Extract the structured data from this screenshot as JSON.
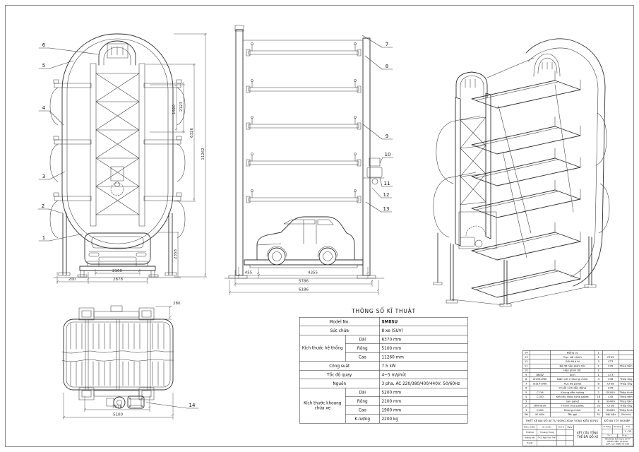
{
  "sheet": {
    "bg": "#ffffff",
    "line_color": "#2e2e2e",
    "dim_color": "#555555",
    "border_color": "#8a8a8a"
  },
  "specs": {
    "title": "THÔNG SỐ KĨ THUẬT",
    "model_label": "Model No.",
    "model_value": "SM8SU",
    "capacity_label": "Sức chứa",
    "capacity_value": "8 xe (SUV)",
    "sys_group": "Kích thước hệ thống",
    "sys_rows": [
      [
        "Dài",
        "6370 mm"
      ],
      [
        "Rộng",
        "5100 mm"
      ],
      [
        "Cao",
        "11260 mm"
      ]
    ],
    "power_label": "Công suất",
    "power_value": "7.5 kW",
    "speed_label": "Tốc độ quay",
    "speed_value": "4~5 m/phút",
    "source_label": "Nguồn",
    "source_value": "3 pha, AC 220/380/400/440V, 50/60Hz",
    "cabin_group": "Kích thước khoang chứa xe",
    "cabin_rows": [
      [
        "Dài",
        "5200 mm"
      ],
      [
        "Rộng",
        "2100 mm"
      ],
      [
        "Cao",
        "1900 mm"
      ],
      [
        "K.lượng",
        "2200 kg"
      ]
    ]
  },
  "parts": {
    "header": {
      "stt": "Stt",
      "kh": "Kí hiệu",
      "ten": "Tên gọi",
      "sl": "SL",
      "vl": "Vật liệu",
      "gc": "Ghi chú"
    },
    "rows": [
      {
        "stt": "14",
        "kh": "",
        "ten": "Động cơ",
        "sl": "1",
        "vl": "",
        "gc": ""
      },
      {
        "stt": "13",
        "kh": "",
        "ten": "Trục nối chính",
        "sl": "1",
        "vl": "CT45",
        "gc": ""
      },
      {
        "stt": "12",
        "kh": "",
        "ten": "Gối đỡ ổ bi",
        "sl": "3",
        "vl": "CT3",
        "gc": ""
      },
      {
        "stt": "11",
        "kh": "",
        "ten": "Bệ đỡ hộp giảm tốc",
        "sl": "1",
        "vl": "C45",
        "gc": "Thép tấm"
      },
      {
        "stt": "10",
        "kh": "",
        "ten": "Hộp giảm tốc",
        "sl": "1",
        "vl": "",
        "gc": ""
      },
      {
        "stt": "9",
        "kh": "BĐ4V",
        "ten": "Xích",
        "sl": "1",
        "vl": "CT3",
        "gc": ""
      },
      {
        "stt": "8",
        "kh": "Ø130-Ø60",
        "ten": "Dầm nối 2 khung chính",
        "sl": "3",
        "vl": "C38",
        "gc": "Thép ống"
      },
      {
        "stt": "7",
        "kh": "Ø114-Ø60",
        "ten": "Trục đỡ pallet",
        "sl": "8",
        "vl": "CT38",
        "gc": "Thép ống"
      },
      {
        "stt": "6",
        "kh": "",
        "ten": "Chuỗi xích dẫn động",
        "sl": "2",
        "vl": "C45",
        "gc": ""
      },
      {
        "stt": "5",
        "kh": "C116",
        "ten": "Khung dẫn hướng",
        "sl": "2",
        "vl": "SS400",
        "gc": "Thép hình"
      },
      {
        "stt": "4",
        "kh": "C150",
        "ten": "Kết cấu tăng cứng pallet",
        "sl": "16",
        "vl": "C45",
        "gc": "Thép tấm"
      },
      {
        "stt": "3",
        "kh": "",
        "ten": "Sàn pallet",
        "sl": "8",
        "vl": "SS400",
        "gc": "Thép tấm"
      },
      {
        "stt": "2",
        "kh": "Ø60-Ø30",
        "ten": "Thanh treo pallet",
        "sl": "32",
        "vl": "CT38",
        "gc": "Thép ống"
      },
      {
        "stt": "1",
        "kh": "C100",
        "ten": "Khung chính",
        "sl": "2",
        "vl": "SS400",
        "gc": "Thép hình"
      }
    ]
  },
  "title_block": {
    "project": "THIẾT KẾ BÃI ĐỖ XE TỰ ĐỘNG XOAY VÒNG KIỂU ĐỨNG",
    "doc_type": "ĐỒ ÁN TỐT NGHIỆP",
    "drawing_title": "KẾT CẤU TỔNG THỂ BÃI ĐỖ XE",
    "qty_label": "Sl.lượng",
    "mass_label": "Kh.lượng",
    "scale_label": "Tỉ lệ",
    "scale": "1 : 25",
    "sheet_no": "Tờ: 1",
    "sheet_total": "Số tờ: 1",
    "roles": {
      "header": [
        "Đảm nhiệm",
        "Họ và tên",
        "Chữ kí",
        "Ngày"
      ],
      "rows": [
        [
          "Thiết kế",
          "T.Quang Trung"
        ],
        [
          "Hướng dẫn",
          "Th.S Ngô Văn Thế"
        ],
        [
          "Duyệt",
          ""
        ]
      ]
    },
    "school": [
      "TRƯỜNG ĐẠI HỌC GTVT",
      "PHÂN HIỆU TP.HCM",
      "LỚP: CƠ ĐIỆN TỬ K59"
    ]
  },
  "callouts": [
    "1",
    "2",
    "3",
    "4",
    "5",
    "6",
    "7",
    "8",
    "9",
    "10",
    "11",
    "12",
    "13",
    "14"
  ],
  "dims": {
    "front": {
      "h1": "1920",
      "h2": "2123",
      "h3": "6326",
      "h4": "11262",
      "h5": "2358",
      "w1": "2160",
      "w2": "2878",
      "w3": "200"
    },
    "side": {
      "w1": "455",
      "w2": "4355",
      "w3": "5786",
      "w4": "6186"
    },
    "top": {
      "d1": "280",
      "w1": "3078",
      "w2": "5100"
    }
  }
}
